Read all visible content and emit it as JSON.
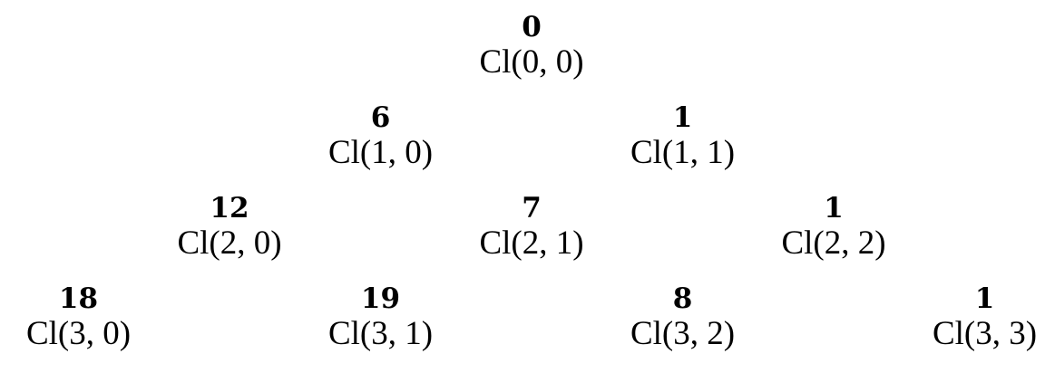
{
  "rows": [
    [
      {
        "value": "0",
        "label": "Cl(0, 0)"
      }
    ],
    [
      {
        "value": "6",
        "label": "Cl(1, 0)"
      },
      {
        "value": "1",
        "label": "Cl(1, 1)"
      }
    ],
    [
      {
        "value": "12",
        "label": "Cl(2, 0)"
      },
      {
        "value": "7",
        "label": "Cl(2, 1)"
      },
      {
        "value": "1",
        "label": "Cl(2, 2)"
      }
    ],
    [
      {
        "value": "18",
        "label": "Cl(3, 0)"
      },
      {
        "value": "19",
        "label": "Cl(3, 1)"
      },
      {
        "value": "8",
        "label": "Cl(3, 2)"
      },
      {
        "value": "1",
        "label": "Cl(3, 3)"
      }
    ]
  ]
}
